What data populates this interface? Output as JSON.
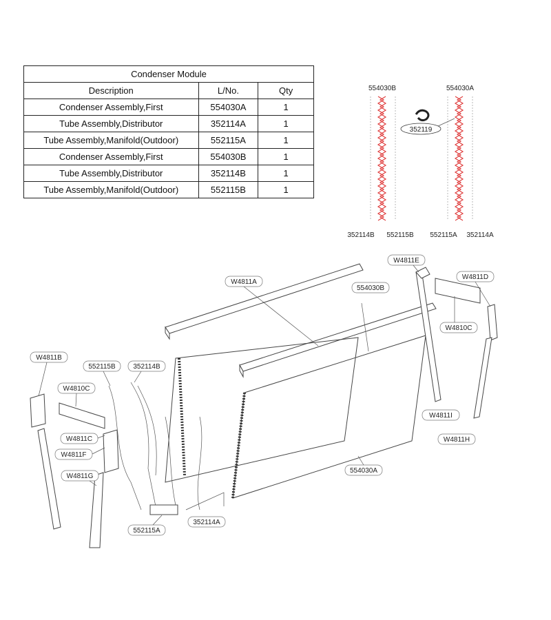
{
  "table": {
    "title": "Condenser Module",
    "headers": [
      "Description",
      "L/No.",
      "Qty"
    ],
    "rows": [
      {
        "description": "Condenser Assembly,First",
        "lno": "554030A",
        "qty": "1"
      },
      {
        "description": "Tube Assembly,Distributor",
        "lno": "352114A",
        "qty": "1"
      },
      {
        "description": "Tube Assembly,Manifold(Outdoor)",
        "lno": "552115A",
        "qty": "1"
      },
      {
        "description": "Condenser Assembly,First",
        "lno": "554030B",
        "qty": "1"
      },
      {
        "description": "Tube Assembly,Distributor",
        "lno": "352114B",
        "qty": "1"
      },
      {
        "description": "Tube Assembly,Manifold(Outdoor)",
        "lno": "552115B",
        "qty": "1"
      }
    ]
  },
  "schematic": {
    "top_left": "554030B",
    "top_right": "554030A",
    "center_part": "352119",
    "bottom_labels": [
      "352114B",
      "552115B",
      "552115A",
      "352114A"
    ],
    "coil_color": "#e04040"
  },
  "callouts": {
    "W4811E": "W4811E",
    "W4811A": "W4811A",
    "b554030B": "554030B",
    "W4811D": "W4811D",
    "W4810C_r": "W4810C",
    "W4811B": "W4811B",
    "b552115B": "552115B",
    "b352114B": "352114B",
    "W4810C_l": "W4810C",
    "W4811I": "W4811I",
    "W4811C": "W4811C",
    "W4811F": "W4811F",
    "W4811H": "W4811H",
    "W4811G": "W4811G",
    "b554030A": "554030A",
    "b552115A": "552115A",
    "b352114A": "352114A"
  }
}
